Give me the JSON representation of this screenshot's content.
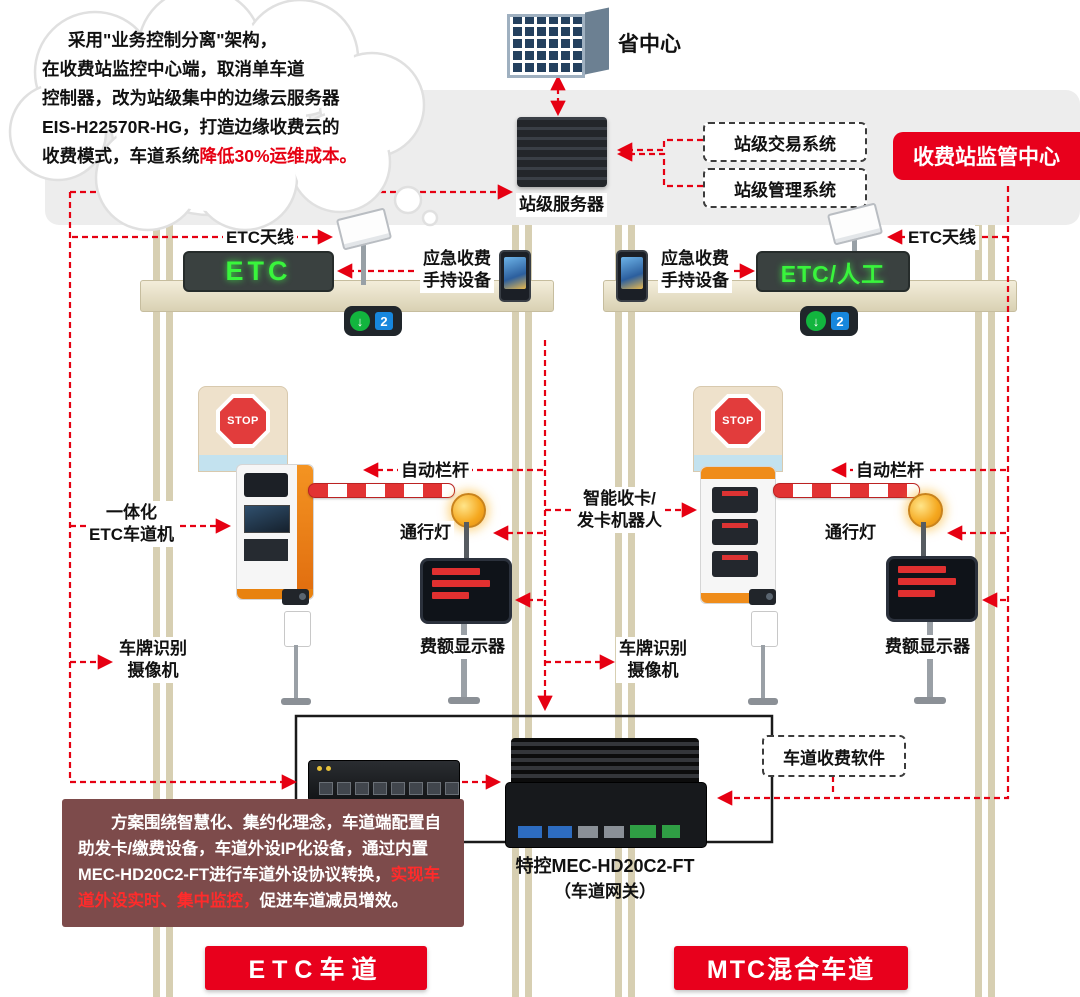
{
  "colors": {
    "accent_red": "#e60012",
    "sign_green": "#39f53c",
    "note_bg": "#7d4b4b",
    "note_red": "#ff2b2b",
    "banner_red": "#e8001c"
  },
  "cloud": {
    "line1": "采用\"业务控制分离\"架构，",
    "line2": "在收费站监控中心端，取消单车道",
    "line3": "控制器，改为站级集中的边缘云服务器",
    "line4": "EIS-H22570R-HG，打造边缘收费云的",
    "line5_black": "收费模式，车道系统",
    "line5_red": "降低30%运维成本。"
  },
  "top": {
    "province_center": "省中心",
    "station_server": "站级服务器",
    "transaction_system": "站级交易系统",
    "management_system": "站级管理系统",
    "supervision_center": "收费站监管中心"
  },
  "lanes": [
    {
      "antenna_label": "ETC天线",
      "sign": "ETC",
      "handheld_line1": "应急收费",
      "handheld_line2": "手持设备",
      "device_line1": "一体化",
      "device_line2": "ETC车道机",
      "barrier_label": "自动栏杆",
      "light_label": "通行灯",
      "display_label": "费额显示器",
      "camera_line1": "车牌识别",
      "camera_line2": "摄像机",
      "banner": "ETC车道"
    },
    {
      "antenna_label": "ETC天线",
      "sign": "ETC/人工",
      "handheld_line1": "应急收费",
      "handheld_line2": "手持设备",
      "device_line1": "智能收卡/",
      "device_line2": "发卡机器人",
      "barrier_label": "自动栏杆",
      "light_label": "通行灯",
      "display_label": "费额显示器",
      "camera_line1": "车牌识别",
      "camera_line2": "摄像机",
      "banner": "MTC混合车道"
    }
  ],
  "traffic_light": {
    "arrow": "↓",
    "count": "2"
  },
  "stop_sign": "STOP",
  "center": {
    "software_box": "车道收费软件",
    "gateway_name": "特控MEC-HD20C2-FT",
    "gateway_sub": "（车道网关）"
  },
  "bottom_note": {
    "line1": "方案围绕智慧化、集约化理念，车道端配置自",
    "line2": "助发卡/缴费设备，车道外设IP化设备，通过内置",
    "line3_black": "MEC-HD20C2-FT进行车道外设协议转换，",
    "line3_red": "实现车",
    "line4_red": "道外设实时、集中监控，",
    "line4_black": "促进车道减员增效。"
  }
}
